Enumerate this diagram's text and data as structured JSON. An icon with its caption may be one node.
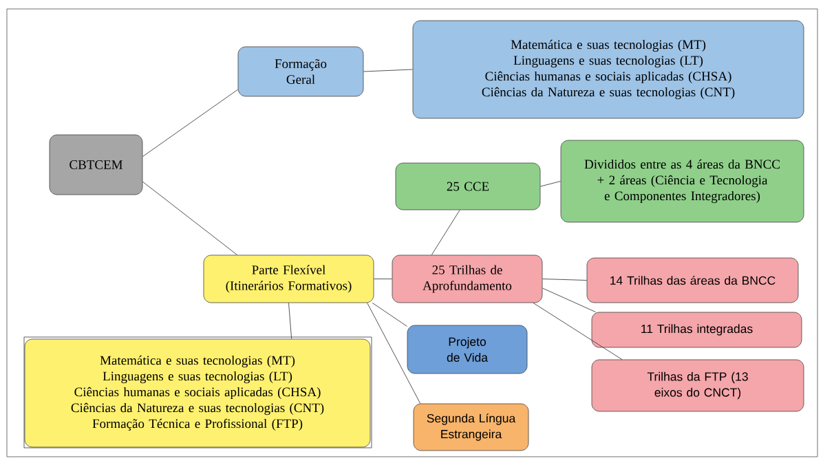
{
  "diagram": {
    "nodes": [
      {
        "text": [
          "CBTCEM"
        ]
      },
      {
        "text": [
          "Formação Geral"
        ]
      },
      {
        "text": [
          "Matemática e suas tecnologias (MT)",
          "Linguagens e suas tecnologias (LT)",
          "Ciências humanas e sociais aplicadas (CHSA)",
          "Ciências da Natureza e suas tecnologias (CNT)"
        ]
      },
      {
        "text": [
          "25 CCE"
        ]
      },
      {
        "text": [
          "Divididos entre as 4 áreas da BNCC + 2 áreas (Ciência e Tecnologia e Componentes Integradores)"
        ]
      },
      {
        "text": [
          "Parte Flexível (Itinerários Formativos)"
        ]
      },
      {
        "text": [
          "25 Trilhas de Aprofundamento"
        ]
      },
      {
        "text": [
          "14 Trilhas das áreas da BNCC"
        ]
      },
      {
        "text": [
          "11 Trilhas integradas"
        ]
      },
      {
        "text": [
          "Trilhas da FTP (13 eixos do CNCT)"
        ]
      },
      {
        "text": [
          "Matemática e suas tecnologias (MT)",
          "Linguagens e suas tecnologias (LT)",
          "Ciências humanas e sociais aplicadas (CHSA)",
          "Ciências da Natureza e suas tecnologias  (CNT)",
          "Formação Técnica e Profissional (FTP)"
        ]
      },
      {
        "text": [
          "Projeto de Vida"
        ]
      },
      {
        "text": [
          "Segunda Língua Estrangeira"
        ]
      }
    ],
    "edges": [
      {
        "from": 0,
        "to": 1,
        "arrow": "none"
      },
      {
        "from": 0,
        "to": 5,
        "arrow": "none"
      },
      {
        "from": 1,
        "to": 2,
        "arrow": "none"
      },
      {
        "from": 3,
        "to": 4,
        "arrow": "none"
      },
      {
        "from": 6,
        "to": 3,
        "arrow": "none"
      },
      {
        "from": 5,
        "to": 6,
        "arrow": "none"
      },
      {
        "from": 6,
        "to": 7,
        "arrow": "none"
      },
      {
        "from": 6,
        "to": 8,
        "arrow": "none"
      },
      {
        "from": 6,
        "to": 9,
        "arrow": "none"
      },
      {
        "from": 5,
        "to": 10,
        "arrow": "none"
      },
      {
        "from": 5,
        "to": 11,
        "arrow": "none"
      },
      {
        "from": 5,
        "to": 12,
        "arrow": "none"
      }
    ]
  }
}
